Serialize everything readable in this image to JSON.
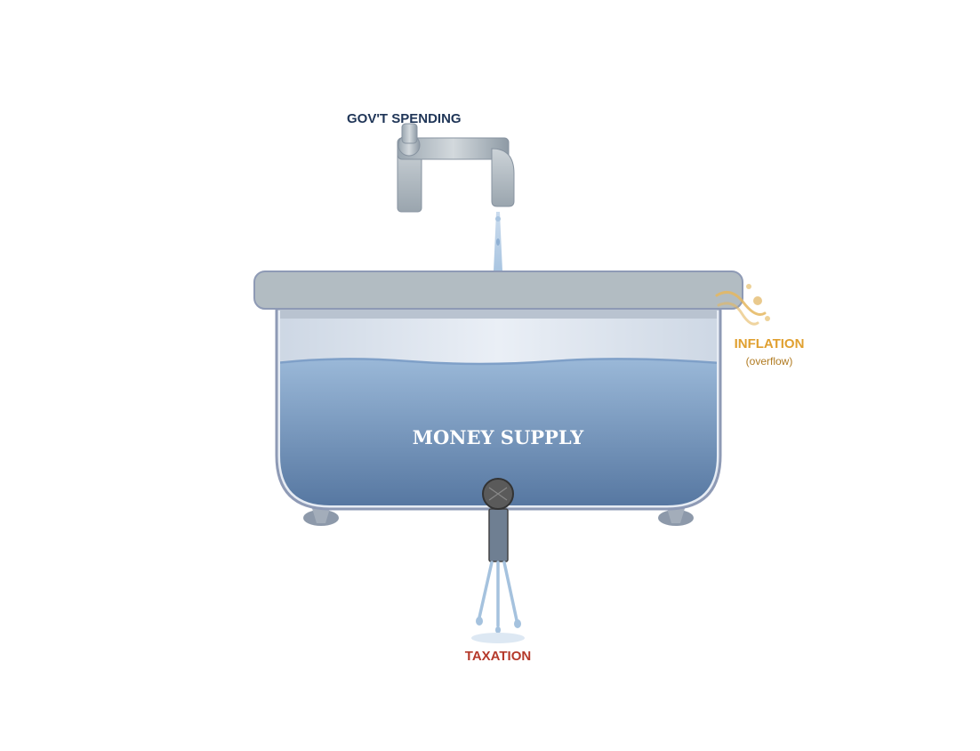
{
  "labels": {
    "spending": "GOV'T SPENDING",
    "money_supply": "MONEY SUPPLY",
    "inflation": "INFLATION",
    "inflation_note": "(overflow)",
    "taxation": "TAXATION"
  },
  "colors": {
    "spending": "#1f3557",
    "inflation": "#e0a030",
    "inflation_note": "#b07a20",
    "taxation": "#b5392a",
    "water_top": "#9ab8d8",
    "water_bottom": "#5576a0"
  },
  "icons": [
    "faucet-icon",
    "bathtub-icon",
    "drain-icon",
    "overflow-splash-icon"
  ]
}
